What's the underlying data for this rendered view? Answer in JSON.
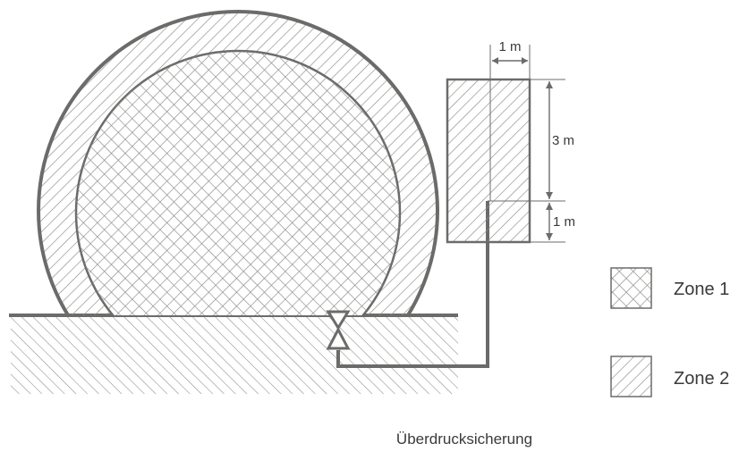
{
  "dimensions": {
    "width_label": "1 m",
    "height_upper_label": "3 m",
    "height_lower_label": "1 m"
  },
  "legend": {
    "zone1_label": "Zone 1",
    "zone2_label": "Zone 2"
  },
  "caption": "Überdrucksicherung",
  "colors": {
    "line": "#6b6b69",
    "hatch": "#8a8a88",
    "text": "#3a3a3a"
  }
}
